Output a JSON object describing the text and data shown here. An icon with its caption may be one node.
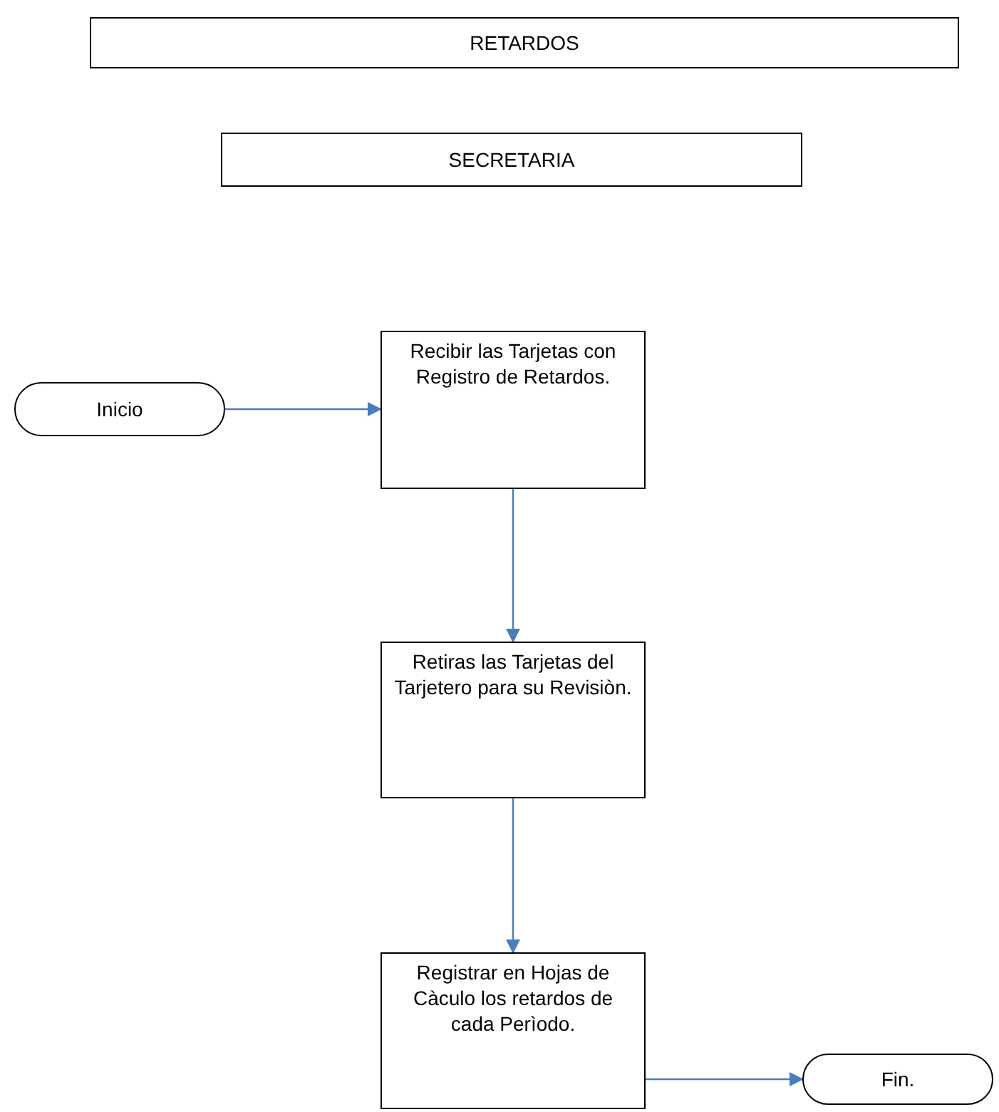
{
  "diagram": {
    "nodes": [
      {
        "text": [
          "RETARDOS"
        ]
      },
      {
        "text": [
          "SECRETARIA"
        ]
      },
      {
        "text": [
          "Inicio"
        ]
      },
      {
        "text": [
          "Recibir las Tarjetas con Registro de Retardos."
        ]
      },
      {
        "text": [
          "Retiras las Tarjetas del Tarjetero para su Revisiòn."
        ]
      },
      {
        "text": [
          "Registrar en Hojas de Càculo los retardos de cada Perìodo."
        ]
      },
      {
        "text": [
          "Fin."
        ]
      }
    ],
    "edges": [
      {
        "from": 2,
        "to": 3,
        "arrow": "to"
      },
      {
        "from": 3,
        "to": 4,
        "arrow": "to"
      },
      {
        "from": 4,
        "to": 5,
        "arrow": "to"
      },
      {
        "from": 5,
        "to": 6,
        "arrow": "to"
      }
    ]
  }
}
